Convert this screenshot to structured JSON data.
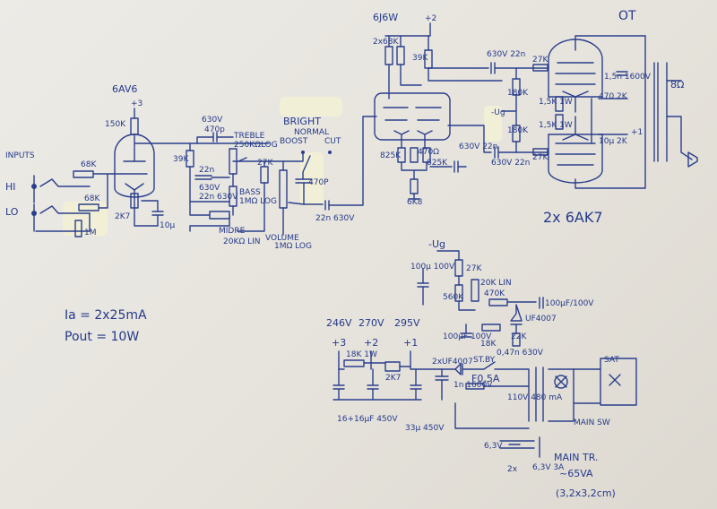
{
  "labels": {
    "inputs": "INPUTS",
    "hi": "HI",
    "lo": "LO",
    "r_68k_a": "68K",
    "r_68k_b": "68K",
    "r_1m": "1M",
    "v1_name": "6AV6",
    "v1_supply": "+3",
    "r_150k": "150K",
    "r_2k7": "2K7",
    "c_10u": "10μ",
    "c_630v_470p": "630V\n470p",
    "treble": "TREBLE",
    "treble_pot": "250KΩLOG",
    "r_39k": "39K",
    "c_22n_a": "22n",
    "c_630v_b": "630V",
    "c_22n_b": "22n",
    "c_630v_c": "630V",
    "c_22n_c": "22n 630V",
    "bass": "BASS",
    "bass_pot": "1MΩ LOG",
    "midrange": "MIDRE",
    "midrange_pot": "20KΩ LIN",
    "bright": "BRIGHT",
    "normal": "NORMAL",
    "boost": "BOOST",
    "cut": "CUT",
    "r_27k": "27K",
    "c_470p": "470P",
    "volume": "VOLUME",
    "volume_pot": "1MΩ LOG",
    "c_22n_630v": "22n 630V",
    "v2_name": "6J6W",
    "v2_supply": "+2",
    "r_2x68k": "2x68K",
    "r_39k_b": "39K",
    "r_825k": "825K",
    "r_470k": "470Ω",
    "r_825k_b": "825K",
    "r_6k8": "6K8",
    "c_630v_22n_a": "630V 22n",
    "c_630v_22n_b": "630V 22n",
    "c_630v_22n_c": "630V 22n",
    "r_180k_a": "180K",
    "r_180k_b": "180K",
    "minus_ug": "-Ug",
    "r_27k_a": "27K",
    "r_27k_b": "27K",
    "r_1k5_a": "1,5K 1W",
    "r_1k5_b": "1,5K 1W",
    "c_470_a": "470 2K",
    "c_10u_b": "10μ 2K",
    "c_1n5": "1,5n 1600V",
    "plus1": "+1",
    "output_transformer": "OT",
    "speaker": "8Ω",
    "v3_name": "2x 6AK7",
    "ia": "Ia = 2x25mA",
    "pout": "Pout = 10W",
    "ug_node": "-Ug",
    "r_27k_c": "27K",
    "c_100u": "100μ 100V",
    "r_560k": "560K",
    "r_20k_lin": "20K LIN",
    "r_470k_b": "470K",
    "c_100uf_100v": "100μF/100V",
    "r_18k": "18K",
    "r_22k": "22K",
    "d_uf4007": "UF4007",
    "c_100u_b": "100μF 100V",
    "c_047": "0,47n 630V",
    "v_246": "246V",
    "v_270": "270V",
    "v_295": "295V",
    "n_plus3": "+3",
    "n_plus2": "+2",
    "n_plus1": "+1",
    "r_18k_1w": "18K 1W",
    "r_2k7_b": "2K7",
    "c_16u": "16+16μF 450V",
    "c_33u": "33μ 450V",
    "d_2x": "2xUF4007",
    "st_by": "ST.BY",
    "fuse": "F0,5A",
    "c_1n": "1n 1600V",
    "mains_v": "110V 480 mA",
    "v_63": "6,3V",
    "v_2x": "2x",
    "v_63b": "6,3V 3A",
    "main_sw": "MAIN SW",
    "sat": "SAT",
    "main_tr": "MAIN TR.",
    "va": "~65VA",
    "dims": "(3,2x3,2cm)"
  }
}
